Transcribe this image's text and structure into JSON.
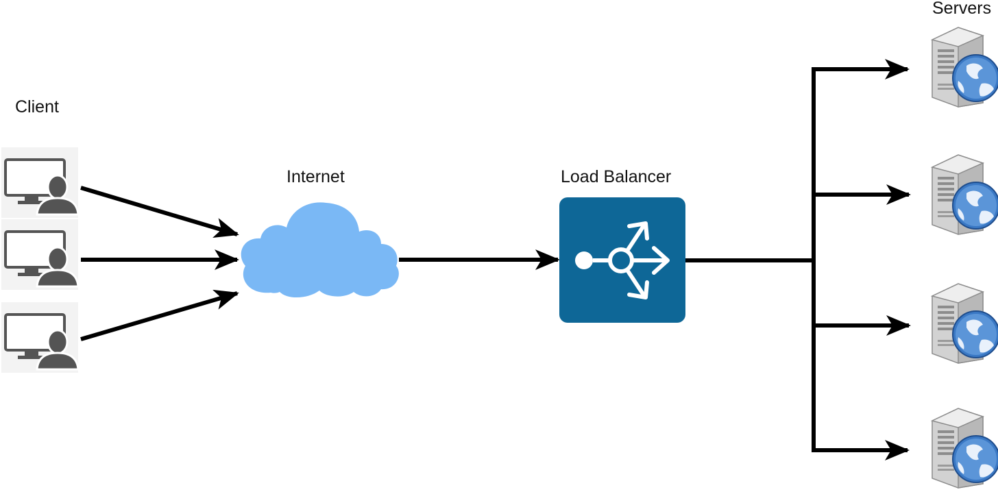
{
  "labels": {
    "client": "Client",
    "internet": "Internet",
    "load_balancer": "Load Balancer",
    "servers": "Servers"
  },
  "nodes": {
    "clients": [
      {
        "icon": "client-computer-user-icon"
      },
      {
        "icon": "client-computer-user-icon"
      },
      {
        "icon": "client-computer-user-icon"
      }
    ],
    "internet": {
      "icon": "cloud-icon",
      "color": "#7ab8f5"
    },
    "load_balancer": {
      "icon": "load-balancer-icon",
      "color": "#0e6797"
    },
    "servers": [
      {
        "icon": "web-server-icon"
      },
      {
        "icon": "web-server-icon"
      },
      {
        "icon": "web-server-icon"
      },
      {
        "icon": "web-server-icon"
      }
    ]
  },
  "edges": [
    {
      "from": "client-1",
      "to": "internet"
    },
    {
      "from": "client-2",
      "to": "internet"
    },
    {
      "from": "client-3",
      "to": "internet"
    },
    {
      "from": "internet",
      "to": "load-balancer"
    },
    {
      "from": "load-balancer",
      "to": "server-1"
    },
    {
      "from": "load-balancer",
      "to": "server-2"
    },
    {
      "from": "load-balancer",
      "to": "server-3"
    },
    {
      "from": "load-balancer",
      "to": "server-4"
    }
  ],
  "colors": {
    "line": "#000000",
    "icon_gray": "#545454",
    "globe_blue": "#3a78c4"
  }
}
